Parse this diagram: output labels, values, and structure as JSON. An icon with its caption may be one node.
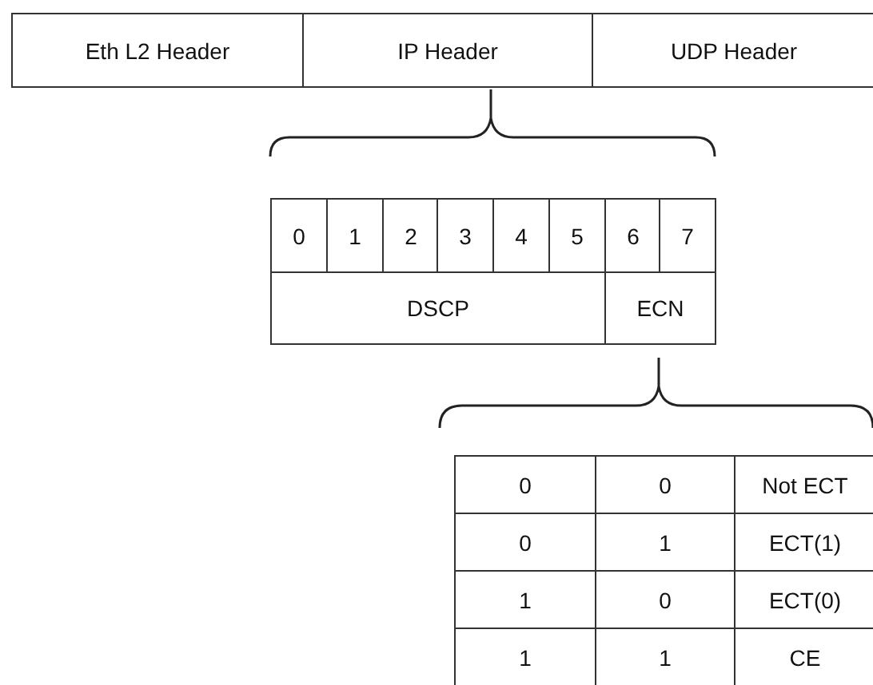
{
  "diagram": {
    "labels": [
      "Eth L2 Header",
      "IP Header",
      "UDP Header",
      "0",
      "1",
      "2",
      "3",
      "4",
      "5",
      "6",
      "7",
      "DSCP",
      "ECN",
      "0",
      "0",
      "Not ECT",
      "0",
      "1",
      "ECT(1)",
      "1",
      "0",
      "ECT(0)",
      "1",
      "1",
      "CE"
    ]
  }
}
